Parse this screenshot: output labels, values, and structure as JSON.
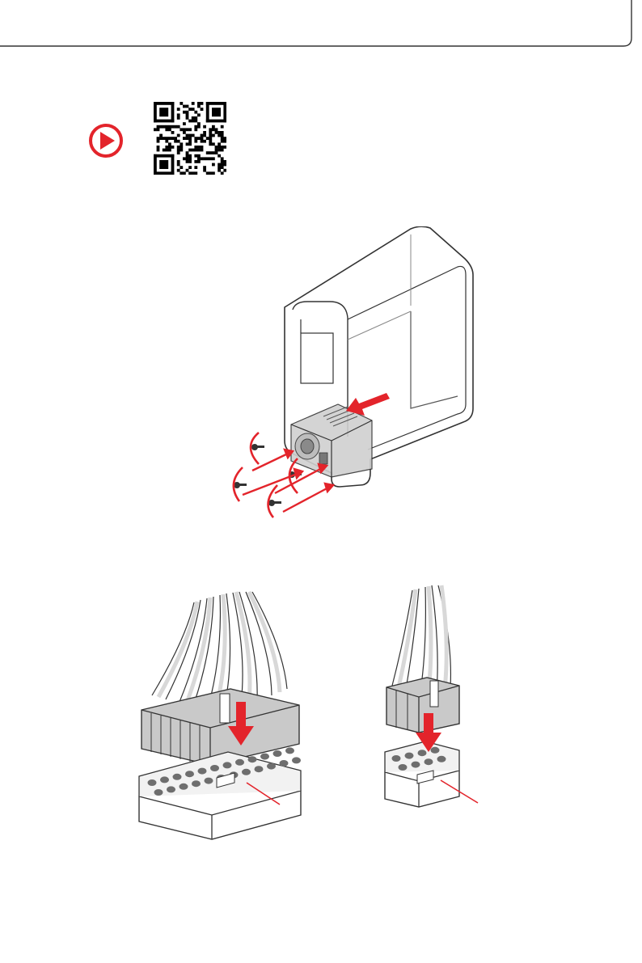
{
  "colors": {
    "accent": "#e3242b",
    "line": "#3a3a3a",
    "light_line": "#9a9a9a",
    "gray_fill": "#d9d9d9",
    "pin_fill": "#6e6e6e"
  },
  "video_link": {
    "icon": "play-icon",
    "qr": "qr-code"
  },
  "steps": [
    {
      "name": "install-psu",
      "icon": "psu-install-illustration"
    },
    {
      "name": "connect-atx-24pin",
      "icon": "atx-24pin-connector-illustration"
    },
    {
      "name": "connect-cpu-8pin",
      "icon": "cpu-8pin-connector-illustration"
    }
  ]
}
